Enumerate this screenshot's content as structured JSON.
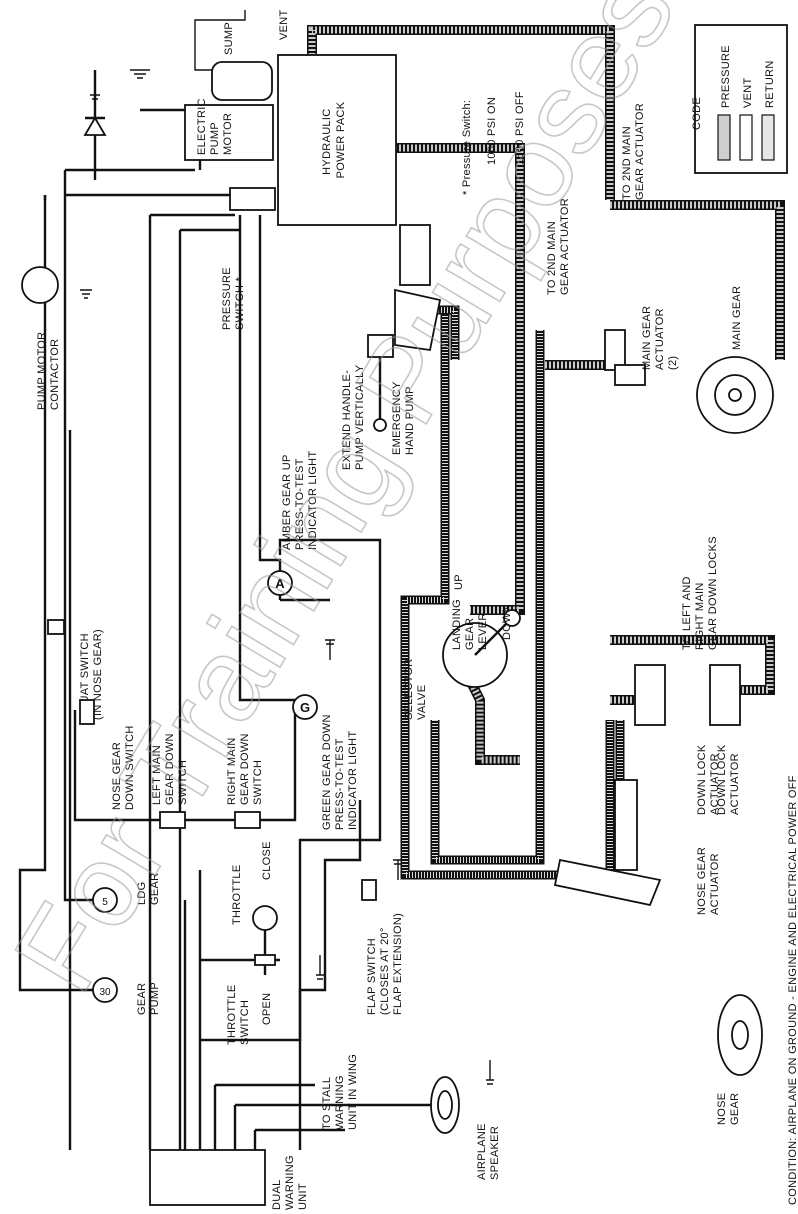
{
  "labels": {
    "vent_top": "VENT",
    "sump": "SUMP",
    "hydraulic_power_pack": [
      "HYDRAULIC",
      "POWER PACK"
    ],
    "electric_pump_motor": [
      "ELECTRIC",
      "PUMP",
      "MOTOR"
    ],
    "pressure_switch_note": "* Pressure Switch:",
    "psi_on": "1000 PSI ON",
    "psi_off": "1500 PSI OFF",
    "pressure_switch": [
      "PRESSURE",
      "SWITCH *"
    ],
    "pump_motor_contactor": [
      "PUMP MOTOR",
      "CONTACTOR"
    ],
    "extend_handle": [
      "EXTEND HANDLE-",
      "PUMP VERTICALLY"
    ],
    "emergency_hand_pump": [
      "EMERGENCY",
      "HAND PUMP"
    ],
    "amber_light": [
      "AMBER GEAR UP",
      "PRESS-TO-TEST",
      "INDICATOR LIGHT"
    ],
    "amber_symbol": "A",
    "green_symbol": "G",
    "squat_switch": [
      "SQUAT SWITCH",
      "(IN NOSE GEAR)"
    ],
    "nose_gear_down_switch": [
      "NOSE GEAR",
      "DOWN SWITCH"
    ],
    "left_main_gear_down_switch": [
      "LEFT MAIN",
      "GEAR DOWN",
      "SWITCH"
    ],
    "right_main_gear_down_switch": [
      "RIGHT MAIN",
      "GEAR DOWN",
      "SWITCH"
    ],
    "green_light": [
      "GREEN GEAR DOWN",
      "PRESS-TO-TEST",
      "INDICATOR LIGHT"
    ],
    "ldg_gear": [
      "LDG",
      "GEAR"
    ],
    "ldg_gear_rating": "5",
    "gear_pump": [
      "GEAR",
      "PUMP"
    ],
    "gear_pump_rating": "30",
    "throttle": "THROTTLE",
    "close": "CLOSE",
    "open": "OPEN",
    "throttle_switch": [
      "THROTTLE",
      "SWITCH"
    ],
    "flap_switch": [
      "FLAP SWITCH",
      "(CLOSES AT 20°",
      "FLAP EXTENSION)"
    ],
    "to_stall_warning": [
      "TO STALL",
      "WARNING",
      "UNIT IN WING"
    ],
    "airplane_speaker": [
      "AIRPLANE",
      "SPEAKER"
    ],
    "dual_warning_unit": [
      "DUAL",
      "WARNING",
      "UNIT"
    ],
    "selector_valve": [
      "SELECTOR",
      "VALVE"
    ],
    "up": "UP",
    "down": "DOWN",
    "landing_gear_lever": [
      "LANDING",
      "GEAR",
      "LEVER"
    ],
    "to_2nd_main_gear_actuator_a": [
      "TO 2ND MAIN",
      "GEAR ACTUATOR"
    ],
    "to_2nd_main_gear_actuator_b": [
      "TO 2ND MAIN",
      "GEAR ACTUATOR"
    ],
    "main_gear_actuator": [
      "MAIN GEAR",
      "ACTUATOR",
      "(2)"
    ],
    "main_gear": "MAIN GEAR",
    "to_down_locks": [
      "TO LEFT AND",
      "RIGHT MAIN",
      "GEAR DOWN LOCKS"
    ],
    "down_lock_actuator_1": [
      "DOWN LOCK",
      "ACTUATOR"
    ],
    "down_lock_actuator_2": [
      "DOWN LOCK",
      "ACTUATOR"
    ],
    "nose_gear_actuator": [
      "NOSE GEAR",
      "ACTUATOR"
    ],
    "nose_gear": [
      "NOSE",
      "GEAR"
    ],
    "condition": "CONDITION:  AIRPLANE ON GROUND - ENGINE AND ELECTRICAL POWER OFF"
  },
  "legend": {
    "title": "CODE",
    "items": [
      "PRESSURE",
      "VENT",
      "RETURN"
    ]
  },
  "watermark": "For Training Purposes Only"
}
